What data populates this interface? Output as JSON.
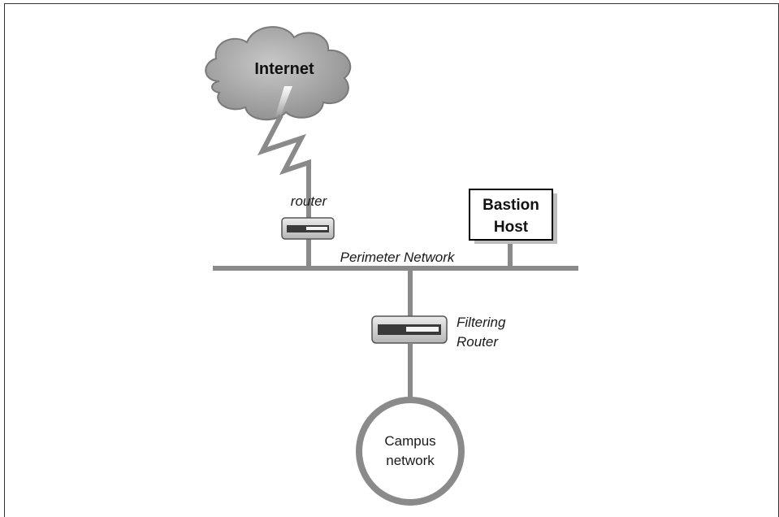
{
  "labels": {
    "internet": "Internet",
    "router": "router",
    "bastion_line1": "Bastion",
    "bastion_line2": "Host",
    "perimeter_network": "Perimeter Network",
    "filtering_line1": "Filtering",
    "filtering_line2": "Router",
    "campus_line1": "Campus",
    "campus_line2": "network"
  },
  "colors": {
    "line": "#8a8a8a",
    "cloud_fill": "#a9a9a9",
    "cloud_stroke": "#7a7a7a",
    "router_body": "#cfcfcf",
    "router_slot": "#3a3a3a",
    "box_border": "#000000"
  },
  "icons": {
    "cloud": "internet-cloud-icon",
    "router": "router-icon",
    "filtering_router": "filtering-router-icon",
    "lightning": "lightning-link-icon"
  }
}
